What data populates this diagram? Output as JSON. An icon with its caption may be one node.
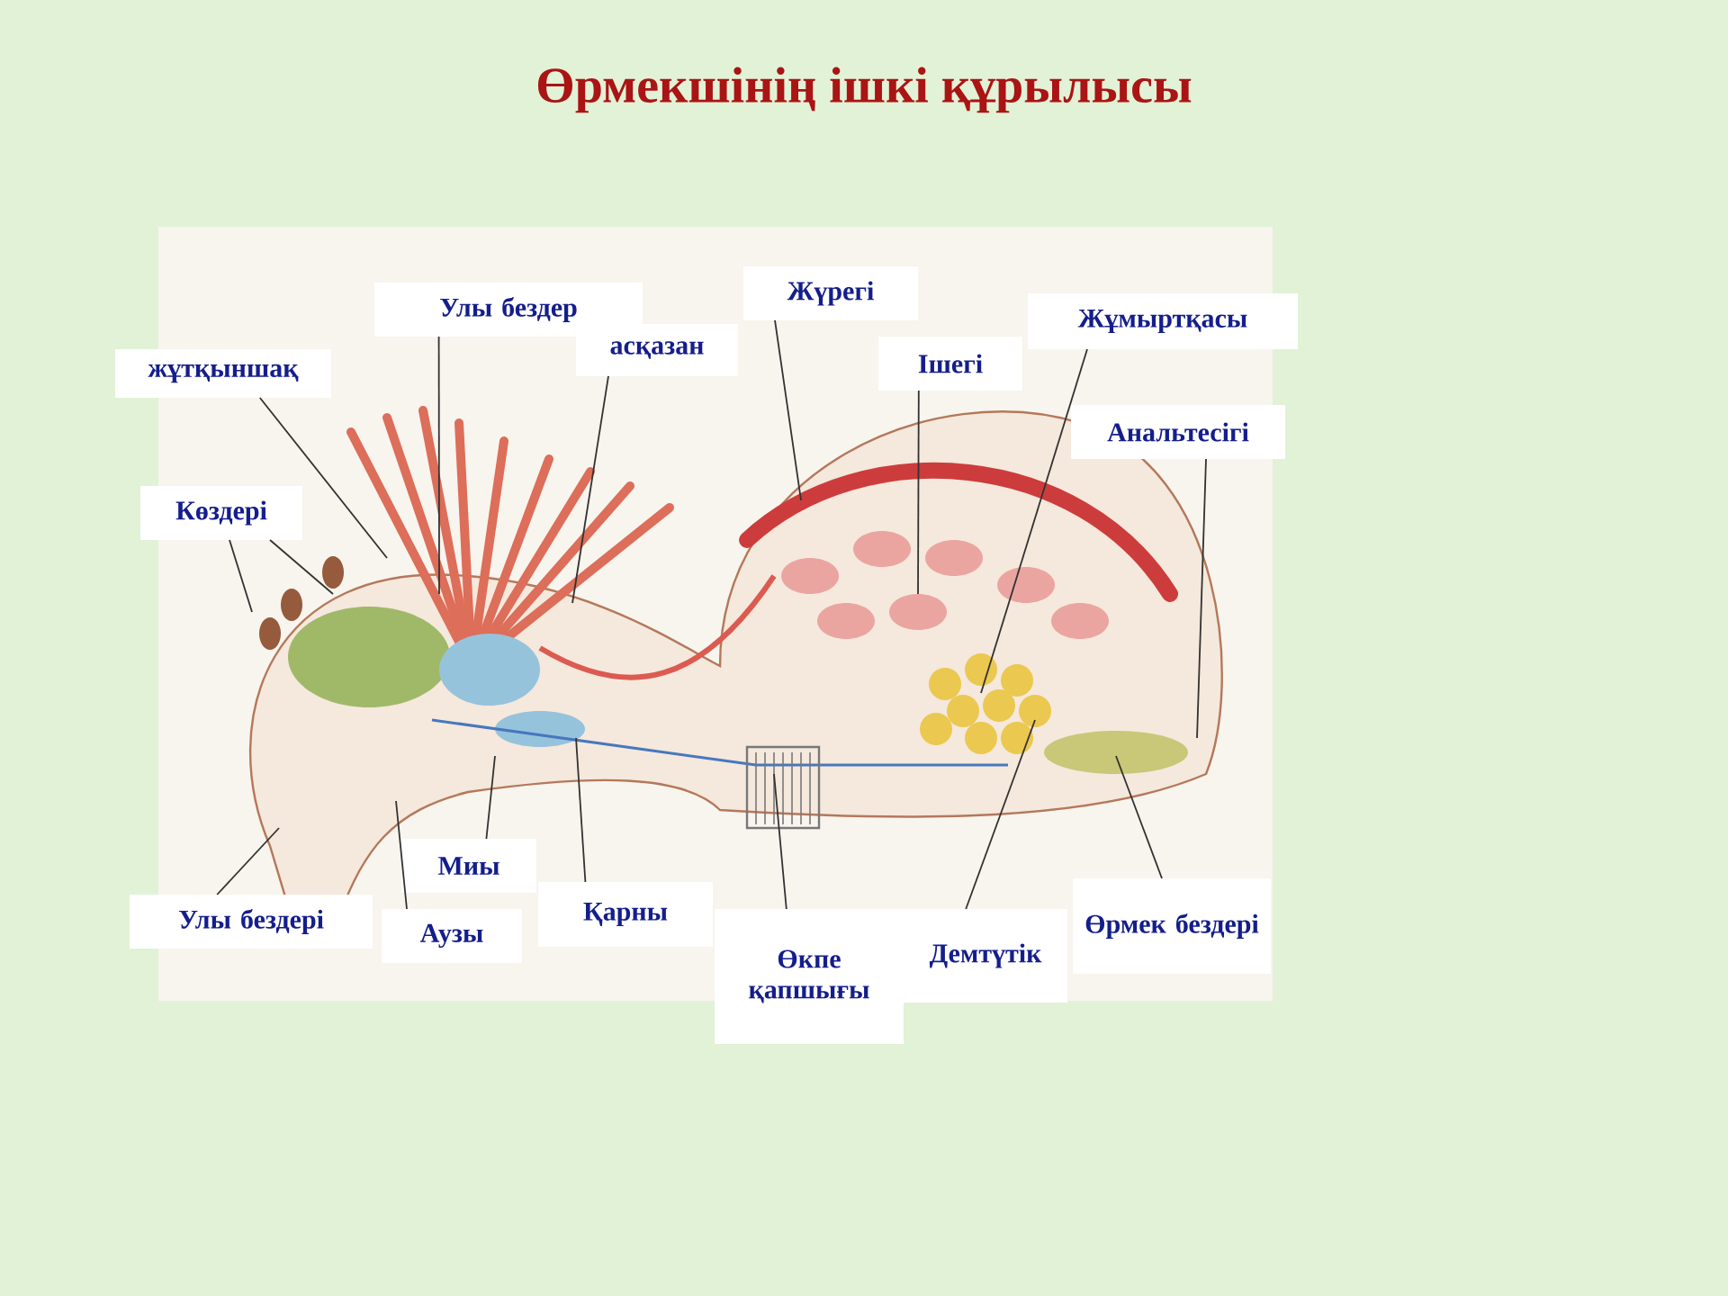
{
  "diagram": {
    "title": "Өрмекшінің ішкі құрылысы",
    "nodes": [
      {
        "text": [
          "Улы бездер"
        ]
      },
      {
        "text": [
          "асқазан"
        ]
      },
      {
        "text": [
          "Жүрегі"
        ]
      },
      {
        "text": [
          "Ішегі"
        ]
      },
      {
        "text": [
          "Жұмыртқасы"
        ]
      },
      {
        "text": [
          "Анальтесігі"
        ]
      },
      {
        "text": [
          "жұтқыншақ"
        ]
      },
      {
        "text": [
          "Көздері"
        ]
      },
      {
        "text": [
          "Улы бездері"
        ]
      },
      {
        "text": [
          "Миы"
        ]
      },
      {
        "text": [
          "Аузы"
        ]
      },
      {
        "text": [
          "Қарны"
        ]
      },
      {
        "text": [
          "Өкпе қапшығы"
        ]
      },
      {
        "text": [
          "Демтүтік"
        ]
      },
      {
        "text": [
          "Өрмек бездері"
        ]
      }
    ],
    "edges": [
      {
        "from": 0,
        "to": null,
        "arrow": "none"
      },
      {
        "from": 1,
        "to": null,
        "arrow": "none"
      },
      {
        "from": 2,
        "to": null,
        "arrow": "none"
      },
      {
        "from": 3,
        "to": null,
        "arrow": "none"
      },
      {
        "from": 4,
        "to": null,
        "arrow": "none"
      },
      {
        "from": 5,
        "to": null,
        "arrow": "none"
      },
      {
        "from": 6,
        "to": null,
        "arrow": "none"
      },
      {
        "from": 7,
        "to": null,
        "arrow": "none"
      },
      {
        "from": 7,
        "to": null,
        "arrow": "none"
      },
      {
        "from": 8,
        "to": null,
        "arrow": "none"
      },
      {
        "from": 9,
        "to": null,
        "arrow": "none"
      },
      {
        "from": 10,
        "to": null,
        "arrow": "none"
      },
      {
        "from": 11,
        "to": null,
        "arrow": "none"
      },
      {
        "from": 12,
        "to": null,
        "arrow": "none"
      },
      {
        "from": 13,
        "to": null,
        "arrow": "none"
      },
      {
        "from": 14,
        "to": null,
        "arrow": "none"
      }
    ]
  }
}
